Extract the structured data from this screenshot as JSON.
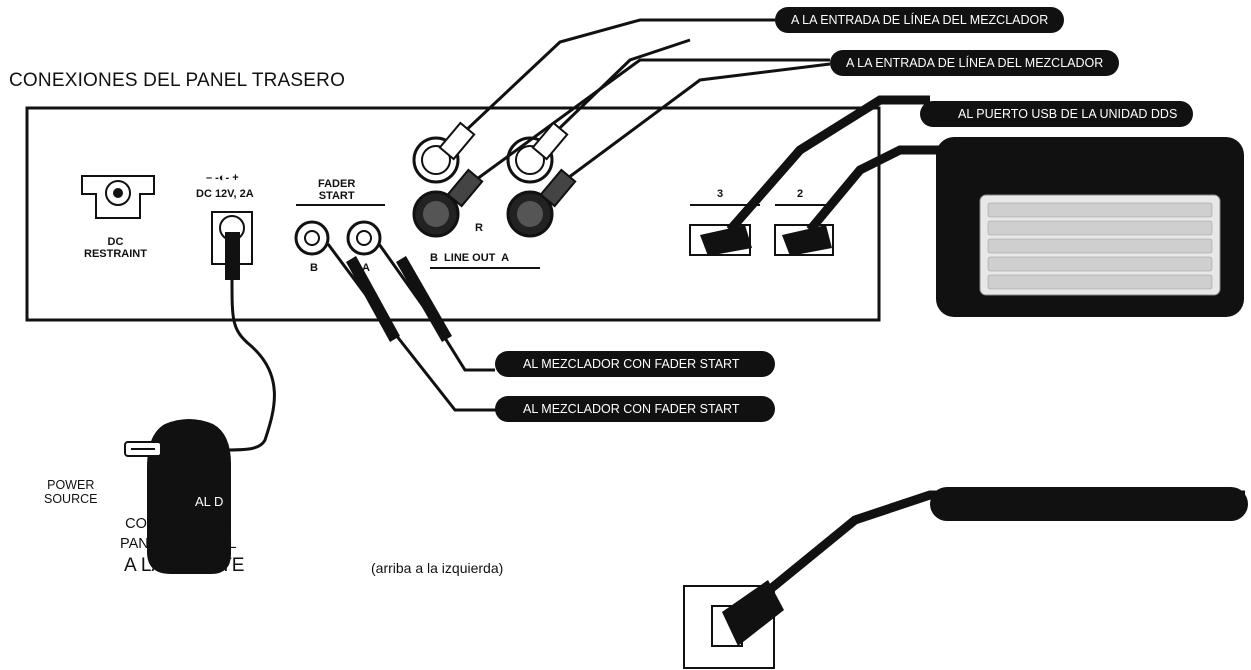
{
  "title": "CONEXIONES DEL PANEL TRASERO",
  "panel": {
    "dc_restraint": "DC\nRESTRAINT",
    "dc_polarity": "– -◐- +",
    "dc_input": "DC 12V, 2A",
    "fader_start": "FADER\nSTART",
    "fader_b": "B",
    "fader_a": "A",
    "line_out_r": "R",
    "line_out_label": "B  LINE OUT  A",
    "usb_port_3": "3",
    "usb_port_2": "2"
  },
  "callouts": {
    "mixer_line_in_1": "A LA ENTRADA DE LÍNEA DEL MEZCLADOR",
    "mixer_line_in_2": "A LA ENTRADA DE LÍNEA DEL MEZCLADOR",
    "usb_dds": "AL PUERTO USB DE LA UNIDAD DDS",
    "fader_start_1": "AL MEZCLADOR  CON FADER START",
    "fader_start_2": "AL MEZCLADOR  CON FADER START",
    "front_panel": ""
  },
  "labels": {
    "power_source": "POWER\nSOURCE",
    "al_d": "AL D",
    "front_panel_connections": "CON        S DEL\nPANEL FRONTAL",
    "to_source": "A LA FUENTE",
    "upper_left_note": "(arriba a la izquierda)"
  },
  "icons": [
    "power-plug-icon",
    "keyboard-icon",
    "usb-connector-icon",
    "rca-plug-icon"
  ]
}
